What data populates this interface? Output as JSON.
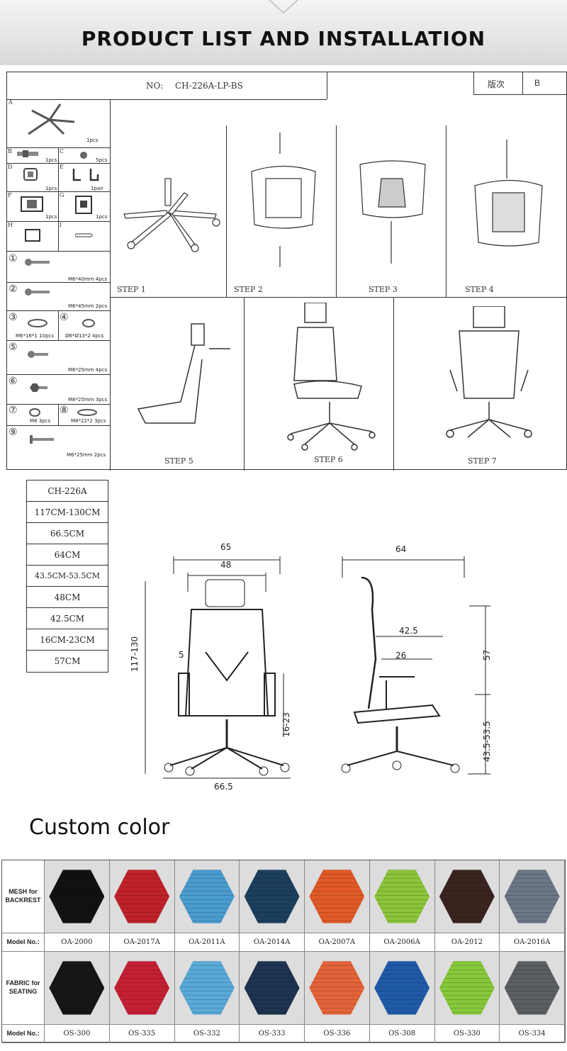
{
  "header": {
    "title": "PRODUCT LIST AND INSTALLATION"
  },
  "sheet": {
    "number_label": "NO:",
    "number": "CH-226A-LP-BS",
    "version_label": "版次",
    "version": "B",
    "parts": [
      {
        "id": "A",
        "qty": "1pcs"
      },
      {
        "id": "B",
        "qty": "1pcs"
      },
      {
        "id": "C",
        "qty": "5pcs"
      },
      {
        "id": "D",
        "qty": "1pcs"
      },
      {
        "id": "E",
        "qty": "1pair"
      },
      {
        "id": "F",
        "qty": "1pcs"
      },
      {
        "id": "G",
        "qty": "1pcs"
      },
      {
        "id": "H",
        "qty": ""
      },
      {
        "id": "I",
        "qty": ""
      }
    ],
    "screws": [
      {
        "num": "①",
        "spec": "M6*40mm 4pcs"
      },
      {
        "num": "②",
        "spec": "M6*45mm 2pcs"
      },
      {
        "num": "③",
        "spec": "M6*16*1 10pcs"
      },
      {
        "num": "④",
        "spec": "Ø6*Ø13*2 4pcs"
      },
      {
        "num": "⑤",
        "spec": "M6*25mm 4pcs"
      },
      {
        "num": "⑥",
        "spec": "M8*25mm 3pcs"
      },
      {
        "num": "⑦",
        "spec": "M8 3pcs"
      },
      {
        "num": "⑧",
        "spec": "M8*22*2 3pcs"
      },
      {
        "num": "⑨",
        "spec": "M6*25mm 2pcs"
      }
    ],
    "steps": [
      "STEP 1",
      "STEP 2",
      "STEP 3",
      "STEP 4",
      "STEP 5",
      "STEP 6",
      "STEP 7"
    ]
  },
  "specs": [
    "CH-226A",
    "117CM-130CM",
    "66.5CM",
    "64CM",
    "43.5CM-53.5CM",
    "48CM",
    "42.5CM",
    "16CM-23CM",
    "57CM"
  ],
  "dimensions": {
    "front_width": "65",
    "front_seat": "48",
    "arm_gap": "5",
    "height": "117-130",
    "arm_height": "16-23",
    "base": "66.5",
    "side_depth": "64",
    "side_seat": "42.5",
    "side_arm": "26",
    "back_height": "57",
    "seat_height": "43.5-53.5"
  },
  "custom": {
    "title": "Custom color",
    "mesh_label": "MESH for BACKREST",
    "fabric_label": "FABRIC for SEATING",
    "model_label": "Model No.:",
    "mesh": [
      {
        "code": "OA-2000",
        "color": "#111111"
      },
      {
        "code": "OA-2017A",
        "color": "#c0222a"
      },
      {
        "code": "OA-2011A",
        "color": "#4a9ccf"
      },
      {
        "code": "OA-2014A",
        "color": "#1d3f5e"
      },
      {
        "code": "OA-2007A",
        "color": "#e05a28"
      },
      {
        "code": "OA-2006A",
        "color": "#8cc43a"
      },
      {
        "code": "OA-2012",
        "color": "#3a2420"
      },
      {
        "code": "OA-2016A",
        "color": "#6c7685"
      }
    ],
    "fabric": [
      {
        "code": "OS-300",
        "color": "#161616"
      },
      {
        "code": "OS-335",
        "color": "#c42034"
      },
      {
        "code": "OS-332",
        "color": "#5aa9d8"
      },
      {
        "code": "OS-333",
        "color": "#1e3350"
      },
      {
        "code": "OS-336",
        "color": "#e3643a"
      },
      {
        "code": "OS-308",
        "color": "#1f5aa8"
      },
      {
        "code": "OS-330",
        "color": "#86c83a"
      },
      {
        "code": "OS-334",
        "color": "#5b5e62"
      }
    ]
  }
}
